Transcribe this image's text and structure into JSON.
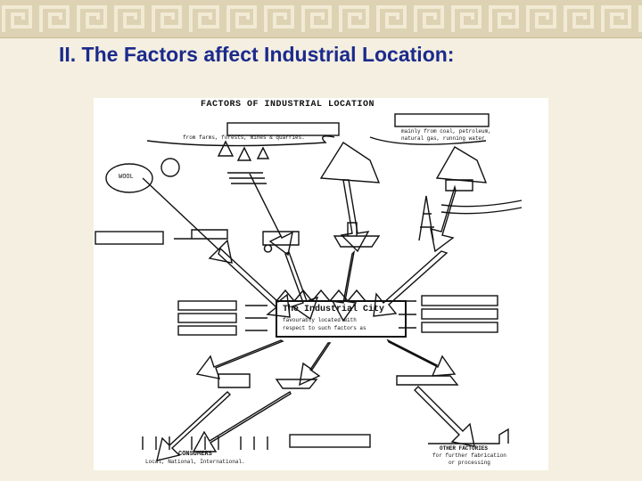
{
  "slide": {
    "title": "II. The Factors affect Industrial Location:"
  },
  "figure": {
    "heading": "FACTORS OF INDUSTRIAL LOCATION",
    "raw_materials_note": "from farms, forests, mines & quarries.",
    "power_note_line1": "mainly from coal, petroleum,",
    "power_note_line2": "natural gas, running water",
    "wool_label": "WOOL",
    "city_title": "The Industrial City",
    "city_line1": "favourably located with",
    "city_line2": "respect to such factors as",
    "consumers_label": "CONSUMERS",
    "consumers_scope": "Local, National, International.",
    "other_factories_label": "OTHER FACTORIES",
    "other_factories_line1": "for further fabrication",
    "other_factories_line2": "or processing"
  },
  "colors": {
    "title": "#1b2a8c",
    "band": "#ddd2b3",
    "background": "#f4efe0"
  }
}
